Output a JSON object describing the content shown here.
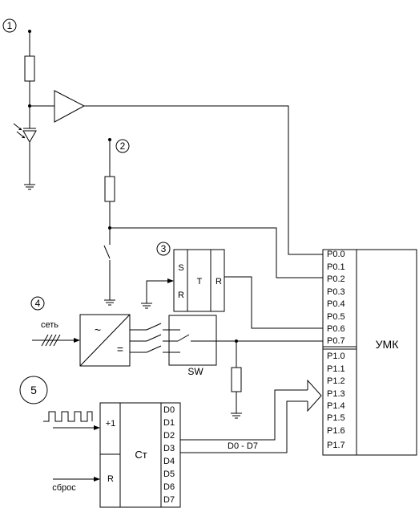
{
  "markers": [
    "1",
    "2",
    "3",
    "4",
    "5"
  ],
  "mcu": {
    "name": "УМК",
    "port0": [
      "P0.0",
      "P0.1",
      "P0.2",
      "P0.3",
      "P0.4",
      "P0.5",
      "P0.6",
      "P0.7"
    ],
    "port1": [
      "P1.0",
      "P1.1",
      "P1.2",
      "P1.3",
      "P1.4",
      "P1.5",
      "P1.6",
      "P1.7"
    ]
  },
  "trigger": {
    "s": "S",
    "r_in": "R",
    "t": "T",
    "r_out": "R"
  },
  "mains": {
    "label": "сеть",
    "ac_symbol": "~",
    "dc_symbol": "="
  },
  "switch_block": {
    "label": "SW"
  },
  "counter": {
    "name": "Ст",
    "count_input": "+1",
    "reset_input": "R",
    "reset_label": "сброс",
    "outputs": [
      "D0",
      "D1",
      "D2",
      "D3",
      "D4",
      "D5",
      "D6",
      "D7"
    ],
    "bus_label": "D0 - D7"
  }
}
